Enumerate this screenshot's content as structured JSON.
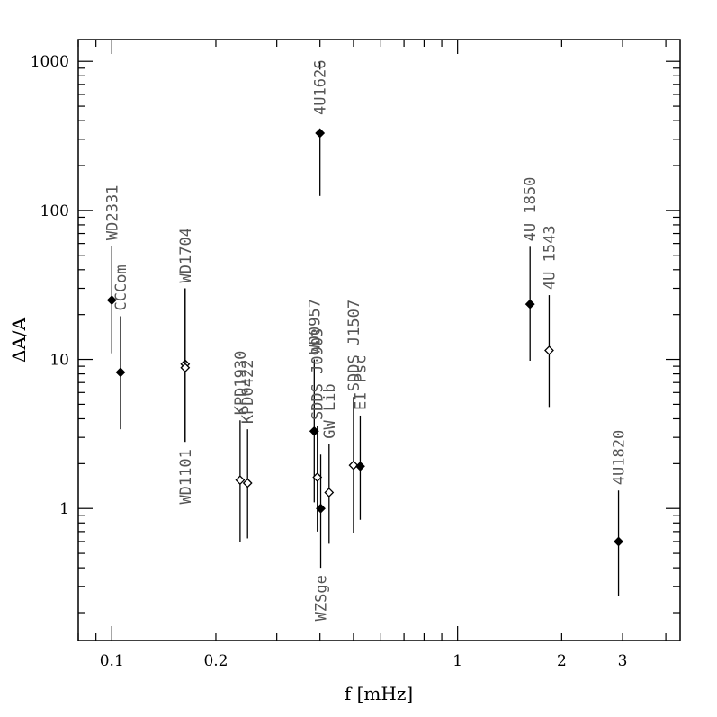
{
  "chart_data": {
    "type": "scatter",
    "xlabel": "f [mHz]",
    "ylabel": "ΔA/A",
    "xscale": "log",
    "yscale": "log",
    "xlim": [
      0.08,
      4.4
    ],
    "ylim": [
      0.13,
      1400
    ],
    "x_tick_labels": [
      "0.1",
      "0.2",
      "1",
      "2",
      "3"
    ],
    "y_tick_labels": [
      "1",
      "10",
      "100",
      "1000"
    ],
    "grid": false,
    "points": [
      {
        "label": "WD2331",
        "f": 0.1,
        "value": 25.0,
        "err_low": 11.0,
        "err_high": 58.0,
        "marker": "filled",
        "label_pos": "above"
      },
      {
        "label": "CCCom",
        "f": 0.106,
        "value": 8.2,
        "err_low": 3.4,
        "err_high": 19.5,
        "marker": "filled",
        "label_pos": "above"
      },
      {
        "label": "WD1704",
        "f": 0.163,
        "value": 9.3,
        "err_low": 2.8,
        "err_high": 30.0,
        "marker": "open",
        "label_pos": "above"
      },
      {
        "label": "WD1101",
        "f": 0.163,
        "value": 8.8,
        "err_low": 2.8,
        "err_high": 30.0,
        "marker": "open",
        "label_pos": "below"
      },
      {
        "label": "KPD1930",
        "f": 0.235,
        "value": 1.55,
        "err_low": 0.6,
        "err_high": 3.9,
        "marker": "open",
        "label_pos": "above"
      },
      {
        "label": "KPD0422",
        "f": 0.247,
        "value": 1.48,
        "err_low": 0.63,
        "err_high": 3.4,
        "marker": "open",
        "label_pos": "above"
      },
      {
        "label": "WD0957",
        "f": 0.385,
        "value": 3.3,
        "err_low": 1.1,
        "err_high": 10.0,
        "marker": "filled",
        "label_pos": "above"
      },
      {
        "label": "SDDS J0903",
        "f": 0.393,
        "value": 1.62,
        "err_low": 0.7,
        "err_high": 3.6,
        "marker": "open",
        "label_pos": "above"
      },
      {
        "label": "WZSge",
        "f": 0.402,
        "value": 1.0,
        "err_low": 0.4,
        "err_high": 2.3,
        "marker": "filled",
        "label_pos": "below"
      },
      {
        "label": "GW Lib",
        "f": 0.425,
        "value": 1.28,
        "err_low": 0.58,
        "err_high": 2.7,
        "marker": "open",
        "label_pos": "above"
      },
      {
        "label": "4U1626",
        "f": 0.4,
        "value": 330.0,
        "err_low": 125.0,
        "err_high": 880.0,
        "marker": "filled",
        "label_pos": "inline"
      },
      {
        "label": "SDDS J1507",
        "f": 0.5,
        "value": 1.95,
        "err_low": 0.68,
        "err_high": 5.6,
        "marker": "open",
        "label_pos": "above"
      },
      {
        "label": "EI Psc",
        "f": 0.523,
        "value": 1.92,
        "err_low": 0.84,
        "err_high": 4.2,
        "marker": "filled",
        "label_pos": "above"
      },
      {
        "label": "4U 1850",
        "f": 1.62,
        "value": 23.5,
        "err_low": 9.8,
        "err_high": 57.0,
        "marker": "filled",
        "label_pos": "above"
      },
      {
        "label": "4U 1543",
        "f": 1.84,
        "value": 11.5,
        "err_low": 4.8,
        "err_high": 27.0,
        "marker": "open",
        "label_pos": "above"
      },
      {
        "label": "4U1820",
        "f": 2.92,
        "value": 0.6,
        "err_low": 0.26,
        "err_high": 1.32,
        "marker": "filled",
        "label_pos": "above"
      }
    ]
  }
}
